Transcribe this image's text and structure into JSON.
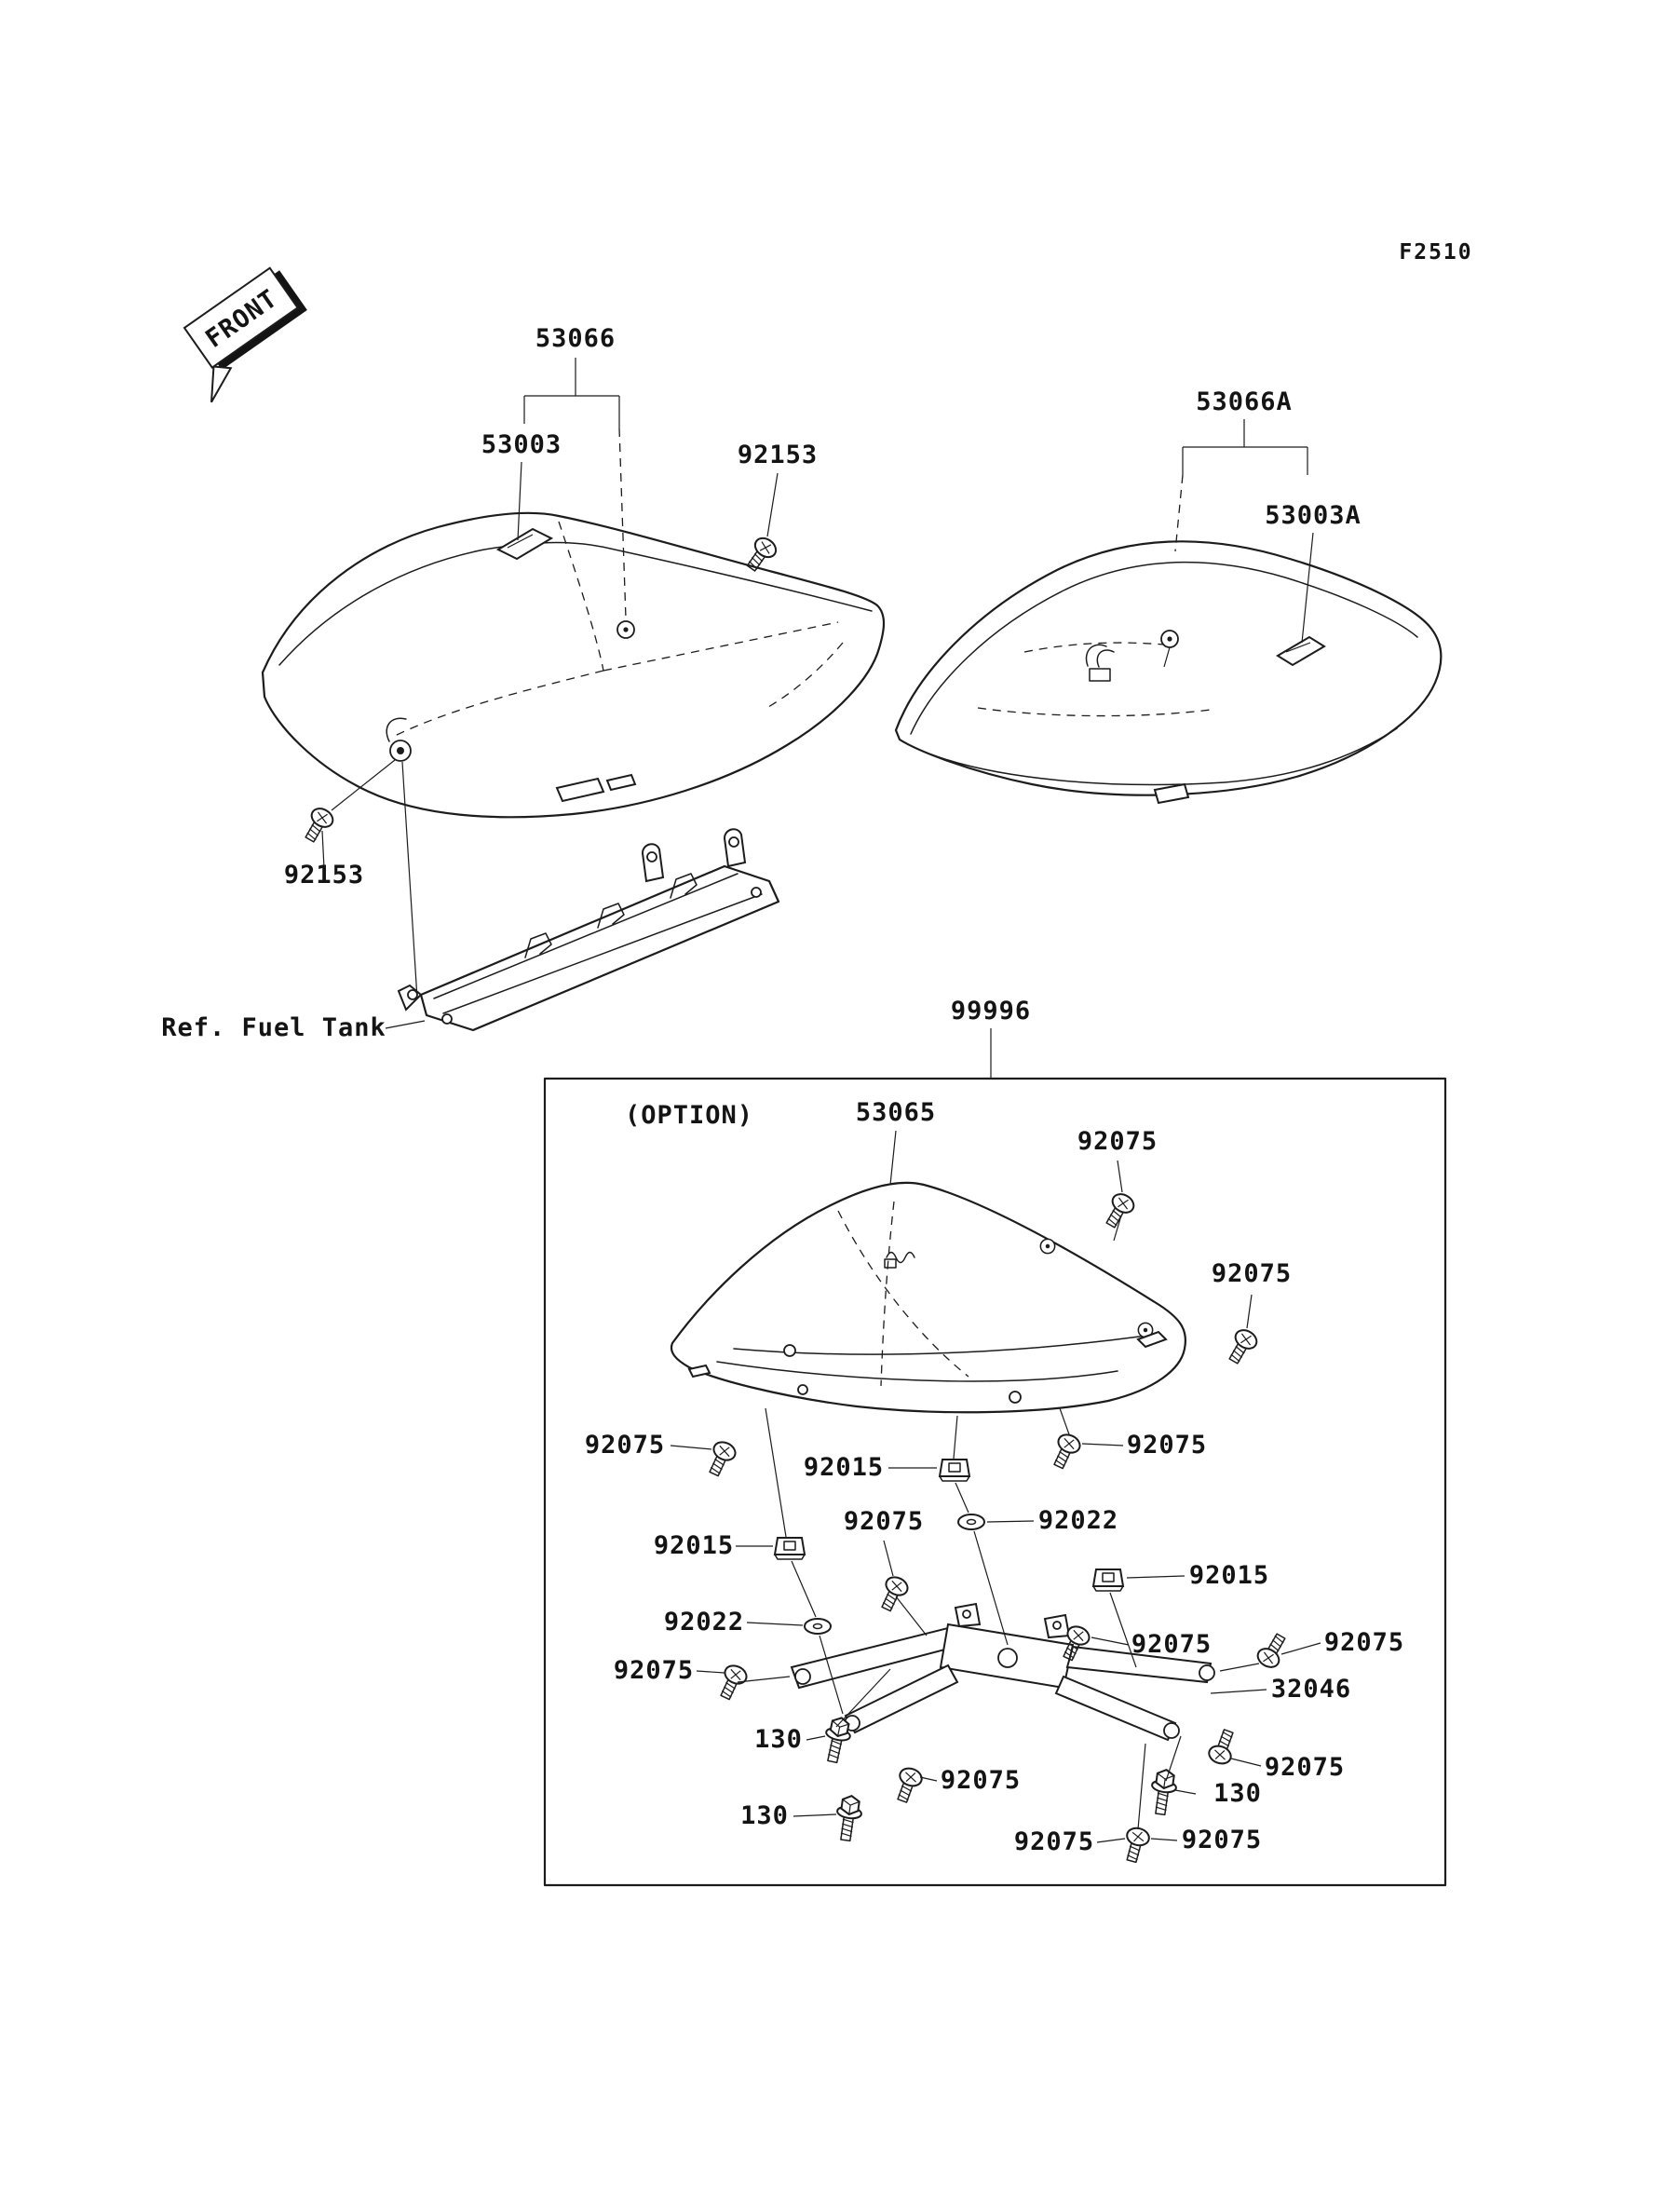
{
  "figure": {
    "code": "F2510",
    "front_label": "FRONT",
    "option_label": "(OPTION)",
    "ref_label": "Ref. Fuel Tank"
  },
  "parts": {
    "p53066": "53066",
    "p53003": "53003",
    "p92153": "92153",
    "p53066a": "53066A",
    "p53003a": "53003A",
    "p99996": "99996",
    "p53065": "53065",
    "p92075": "92075",
    "p92015": "92015",
    "p92022": "92022",
    "p32046": "32046",
    "p130": "130"
  }
}
